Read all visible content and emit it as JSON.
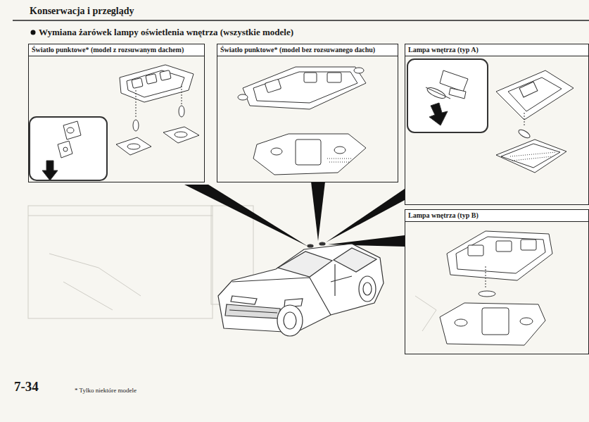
{
  "diagram": {
    "title": "Wymiana żarówek lampy oświetlenia wnętrza (wszystkie modele)",
    "nodes": [
      {
        "text": [
          "Światło punktowe* (model z rozsuwanym dachem)"
        ]
      },
      {
        "text": [
          "Światło punktowe* (model bez rozsuwanego dachu)"
        ]
      },
      {
        "text": [
          "Lampa wnętrza (typ A)"
        ]
      },
      {
        "text": [
          "Lampa wnętrza (typ B)"
        ]
      }
    ],
    "labels": [
      "Konserwacja i przeglądy",
      "7-34",
      "* Tylko niektóre modele"
    ]
  }
}
